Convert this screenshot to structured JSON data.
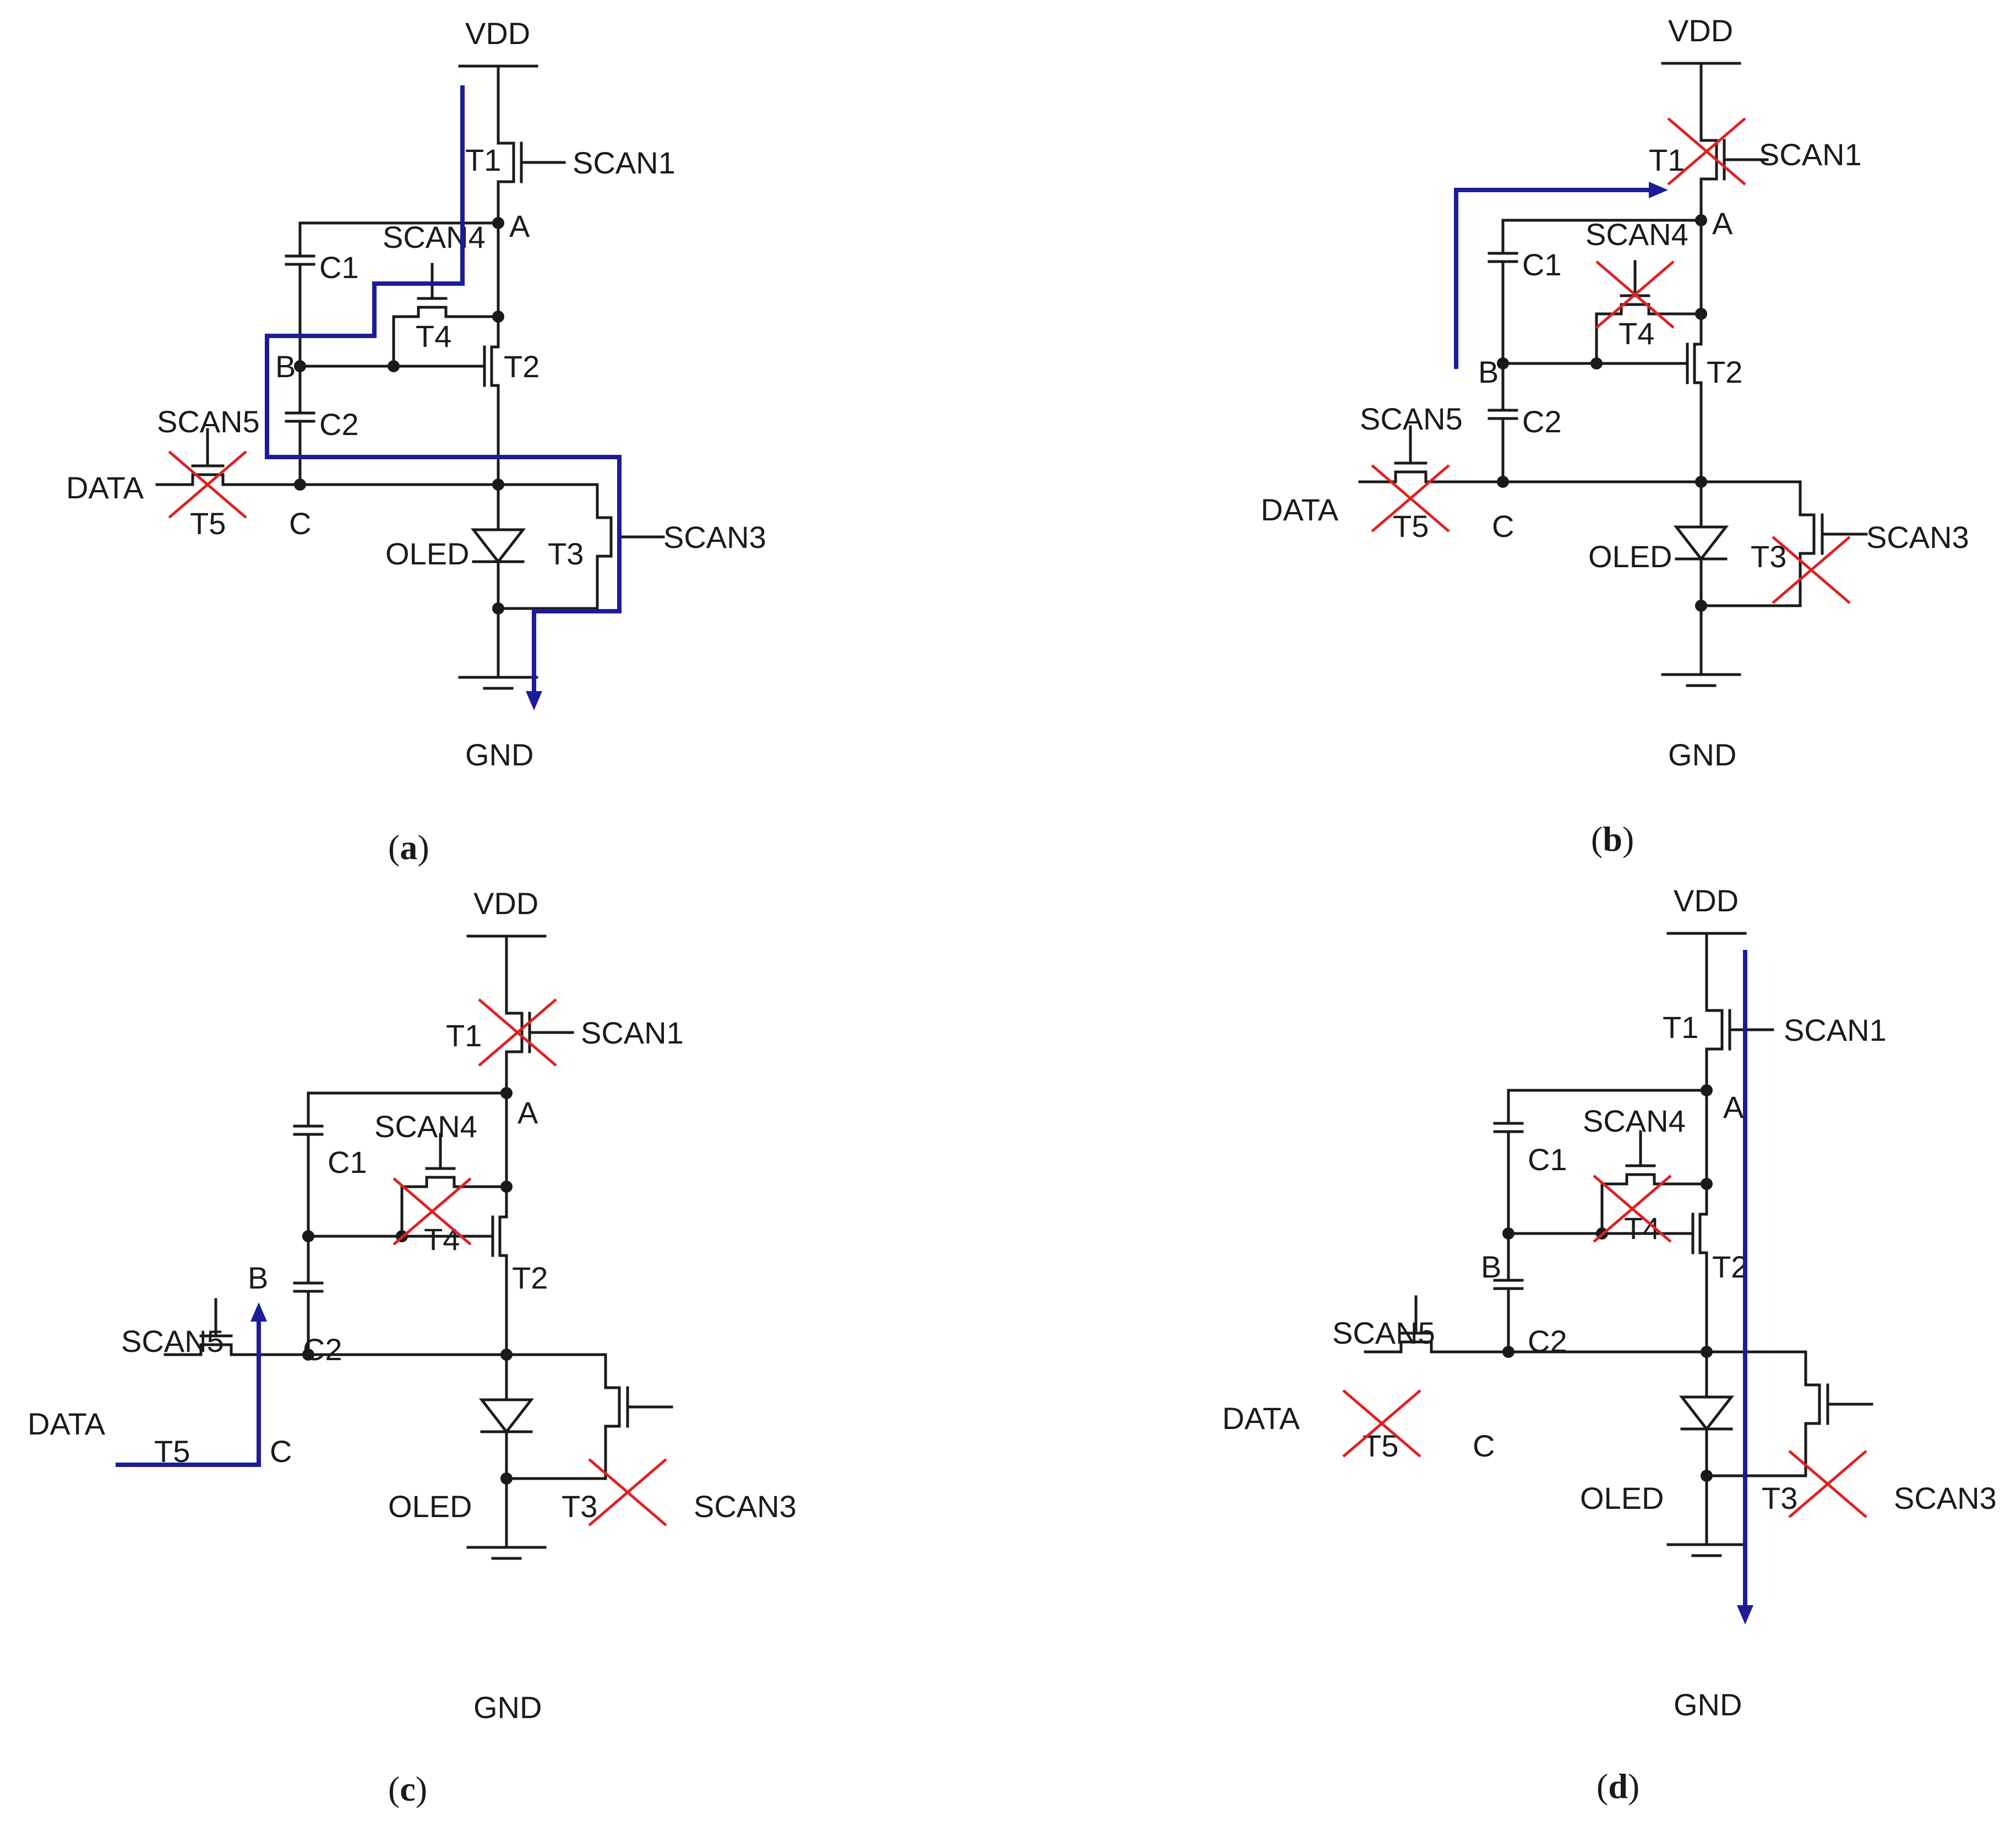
{
  "colors": {
    "wire": "#1a1a1a",
    "off_mark": "#e02020",
    "current_path": "#1c1c99",
    "background": "#ffffff"
  },
  "labels": {
    "vdd": "VDD",
    "gnd": "GND",
    "data": "DATA",
    "oled": "OLED",
    "t1": "T1",
    "t2": "T2",
    "t3": "T3",
    "t4": "T4",
    "t5": "T5",
    "c1": "C1",
    "c2": "C2",
    "node_a": "A",
    "node_b": "B",
    "node_c": "C",
    "scan1": "SCAN1",
    "scan3": "SCAN3",
    "scan4": "SCAN4",
    "scan5": "SCAN5"
  },
  "panels": [
    {
      "id": "a",
      "caption_open": "(",
      "caption_letter": "a",
      "caption_close": ")",
      "off_transistors": [
        "T5"
      ],
      "current_path": "VDD-T1-T4-B-C2-C-T3-GND"
    },
    {
      "id": "b",
      "caption_open": "(",
      "caption_letter": "b",
      "caption_close": ")",
      "off_transistors": [
        "T1",
        "T3",
        "T4",
        "T5"
      ],
      "current_path": "B-C1-A"
    },
    {
      "id": "c",
      "caption_open": "(",
      "caption_letter": "c",
      "caption_close": ")",
      "off_transistors": [
        "T1",
        "T3",
        "T4"
      ],
      "current_path": "DATA-T5-C-B"
    },
    {
      "id": "d",
      "caption_open": "(",
      "caption_letter": "d",
      "caption_close": ")",
      "off_transistors": [
        "T3",
        "T4",
        "T5"
      ],
      "current_path": "VDD-T1-T2-OLED-GND"
    }
  ]
}
